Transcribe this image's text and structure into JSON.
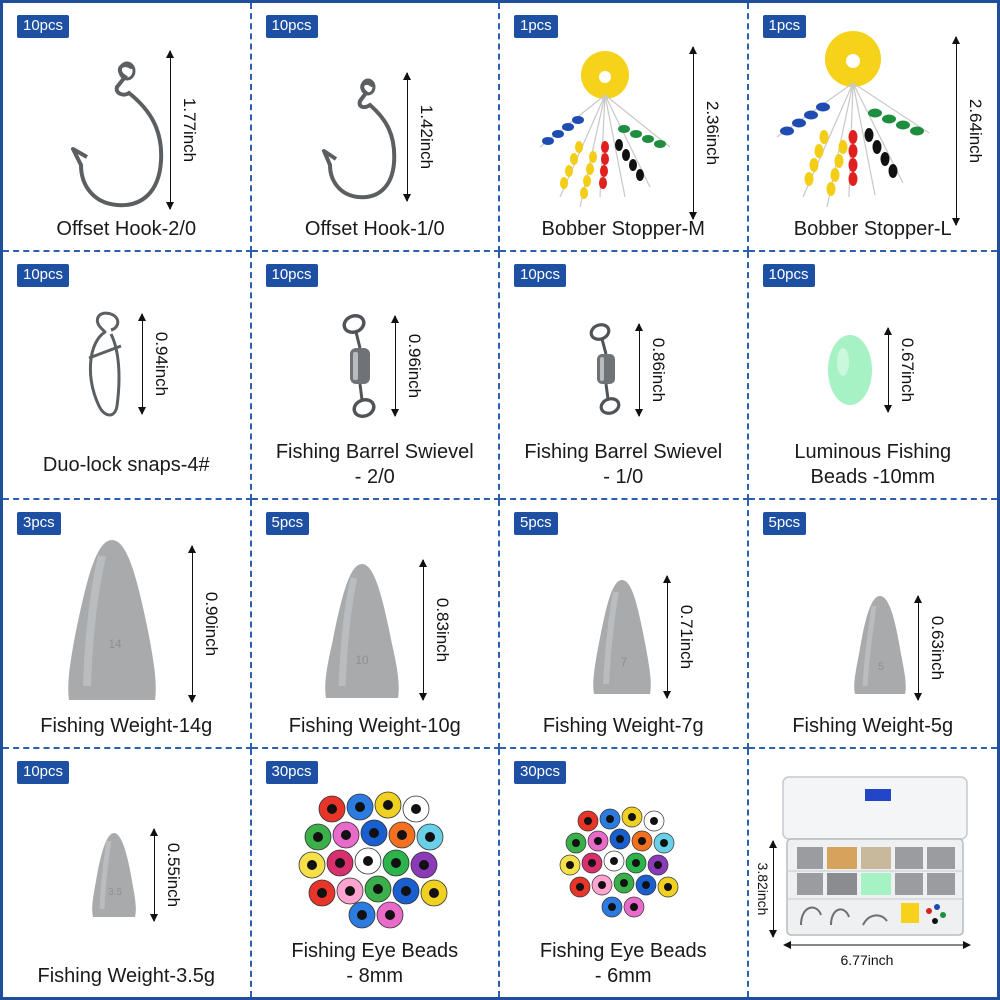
{
  "items": [
    {
      "qty": "10pcs",
      "name": [
        "Offset Hook-2/0"
      ],
      "size": "1.77inch"
    },
    {
      "qty": "10pcs",
      "name": [
        "Offset Hook-1/0"
      ],
      "size": "1.42inch"
    },
    {
      "qty": "1pcs",
      "name": [
        "Bobber Stopper-M"
      ],
      "size": "2.36inch"
    },
    {
      "qty": "1pcs",
      "name": [
        "Bobber Stopper-L"
      ],
      "size": "2.64inch"
    },
    {
      "qty": "10pcs",
      "name": [
        "Duo-lock snaps-4#"
      ],
      "size": "0.94inch"
    },
    {
      "qty": "10pcs",
      "name": [
        "Fishing Barrel Swievel",
        "- 2/0"
      ],
      "size": "0.96inch"
    },
    {
      "qty": "10pcs",
      "name": [
        "Fishing Barrel Swievel",
        "- 1/0"
      ],
      "size": "0.86inch"
    },
    {
      "qty": "10pcs",
      "name": [
        "Luminous Fishing",
        "Beads -10mm"
      ],
      "size": "0.67inch"
    },
    {
      "qty": "3pcs",
      "name": [
        "Fishing Weight-14g"
      ],
      "size": "0.90inch"
    },
    {
      "qty": "5pcs",
      "name": [
        "Fishing Weight-10g"
      ],
      "size": "0.83inch"
    },
    {
      "qty": "5pcs",
      "name": [
        "Fishing Weight-7g"
      ],
      "size": "0.71inch"
    },
    {
      "qty": "5pcs",
      "name": [
        "Fishing Weight-5g"
      ],
      "size": "0.63inch"
    },
    {
      "qty": "10pcs",
      "name": [
        "Fishing Weight-3.5g"
      ],
      "size": "0.55inch"
    },
    {
      "qty": "30pcs",
      "name": [
        "Fishing Eye Beads",
        "- 8mm"
      ],
      "size": ""
    },
    {
      "qty": "30pcs",
      "name": [
        "Fishing Eye Beads",
        "- 6mm"
      ],
      "size": ""
    }
  ],
  "tackle_box": {
    "height": "3.82inch",
    "width": "6.77inch"
  },
  "weight_marks": {
    "w14": "14",
    "w10": "10",
    "w7": "7",
    "w5": "5",
    "w35": "3.5"
  },
  "colors": {
    "border": "#1f4e9b",
    "badge": "#1d4fa3",
    "divider": "#2b5fb0",
    "lead": "#a8aaac",
    "glow": "#a6f2c4",
    "stopper_disc": "#f6d21a"
  }
}
